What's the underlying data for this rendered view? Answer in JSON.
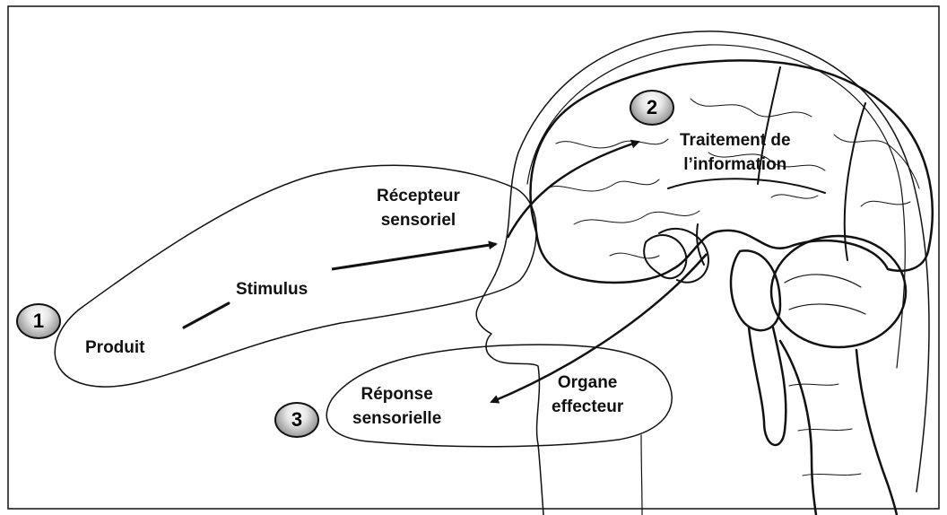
{
  "diagram": {
    "markers": [
      {
        "id": "1",
        "label": "1"
      },
      {
        "id": "2",
        "label": "2"
      },
      {
        "id": "3",
        "label": "3"
      }
    ],
    "labels": {
      "produit": "Produit",
      "stimulus": "Stimulus",
      "recepteur_line1": "Récepteur",
      "recepteur_line2": "sensoriel",
      "traitement_line1": "Traitement de",
      "traitement_line2": "l’information",
      "reponse_line1": "Réponse",
      "reponse_line2": "sensorielle",
      "organe_line1": "Organe",
      "organe_line2": "effecteur"
    }
  }
}
